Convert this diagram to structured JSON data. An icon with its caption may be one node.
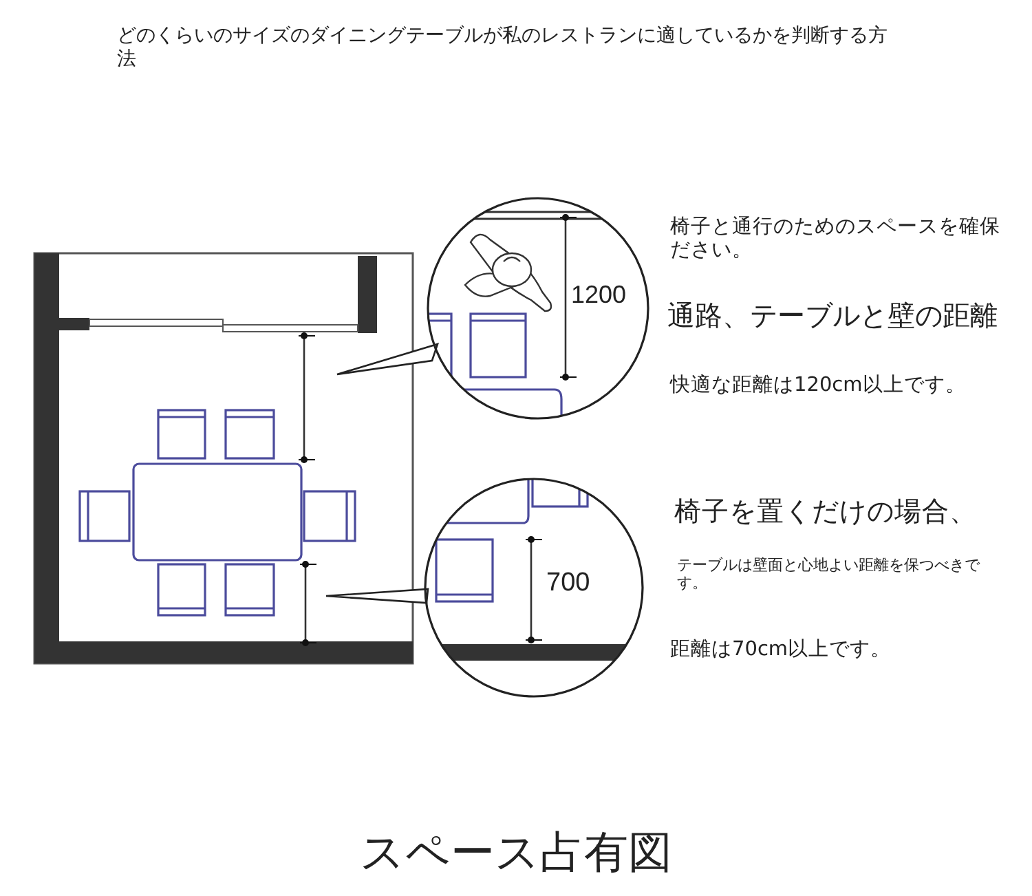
{
  "diagram": {
    "title": "どのくらいのサイズのダイニングテーブルが私のレストランに適しているかを判断する方法",
    "caption": "スペース占有図",
    "labels": [
      "椅子と通行のためのスペースを確保ださい。",
      "1200",
      "通路、テーブルと壁の距離",
      "快適な距離は120cm以上です。",
      "椅子を置くだけの場合、",
      "テーブルは壁面と心地よい距離を保つべきです。",
      "700",
      "距離は70cm以上です。"
    ]
  }
}
